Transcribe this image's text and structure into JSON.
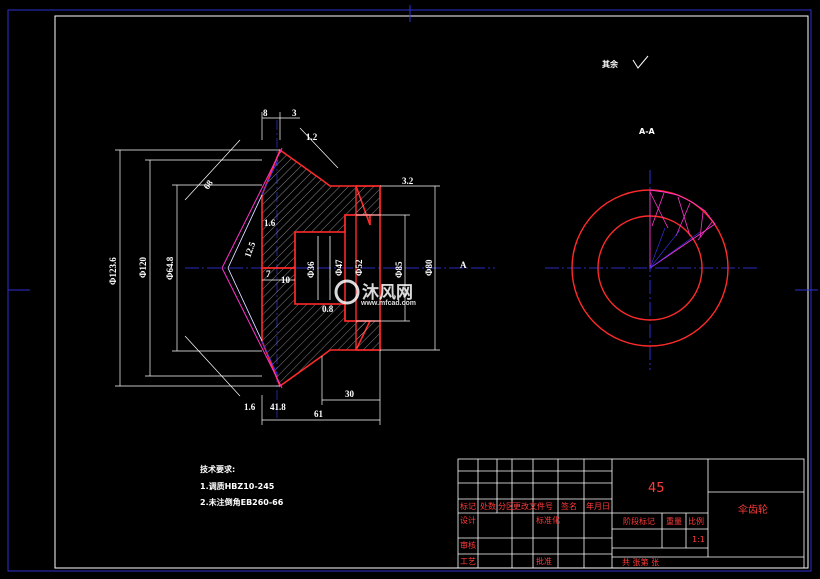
{
  "roughness_note": "其余",
  "section_label": "A-A",
  "dimensions": {
    "d1": "8",
    "d2": "3",
    "d3": "Φ123.6",
    "d4": "Φ120",
    "d5": "Φ64.8",
    "d6": "Φ85",
    "d7": "Φ52",
    "d8": "Φ47",
    "d9": "Φ36",
    "d10": "Φ80",
    "d11": "7",
    "d12": "10",
    "d13": "30",
    "d14": "61",
    "d15": "3.2",
    "d16": "1.6",
    "d17": "0.8",
    "d18": "1.6",
    "d19": "41.8",
    "d20": "12.5",
    "d21": "68",
    "d22": "1.2"
  },
  "tech_requirements": {
    "title": "技术要求:",
    "item1": "1.调质HBZ10-245",
    "item2": "2.未注倒角EB260-66"
  },
  "title_block": {
    "headers": [
      "标记",
      "处数",
      "分区",
      "更改文件号",
      "签名",
      "年月日"
    ],
    "row_design": "设计",
    "row_standard": "标准化",
    "row_review": "审核",
    "row_process": "工艺",
    "row_approve": "批准",
    "stage_mark": "阶段标记",
    "weight": "重量",
    "scale": "比例",
    "scale_value": "1:1",
    "sheet_info": "共  张第  张",
    "material": "45",
    "part_name": "伞齿轮"
  },
  "watermark": {
    "brand": "沐风网",
    "url": "www.mfcad.com"
  },
  "colors": {
    "frame": "#2f2fd0",
    "outline": "#ff2a2a",
    "hatch": "#ffffff",
    "center": "#3a3aff",
    "magenta": "#ff33cc",
    "dim_text": "#ffffff"
  }
}
